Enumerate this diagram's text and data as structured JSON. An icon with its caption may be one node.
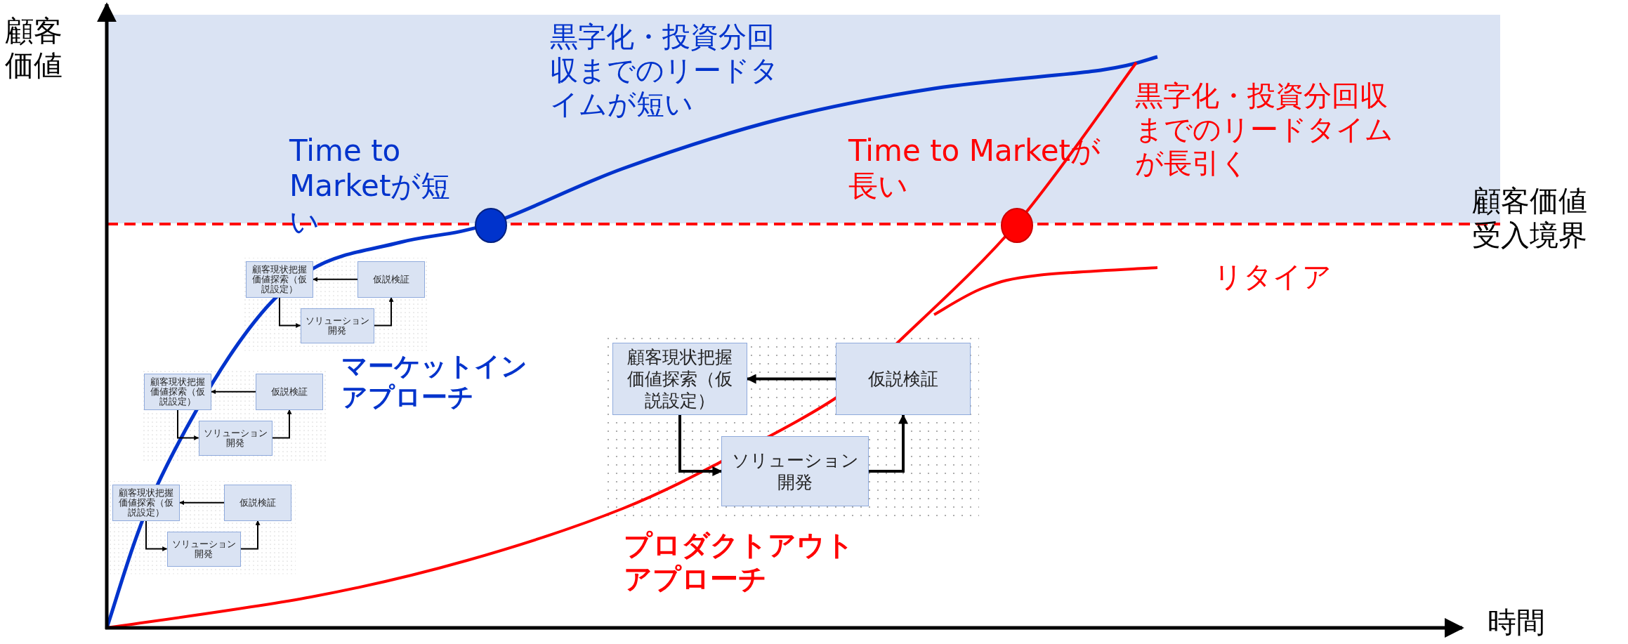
{
  "diagram": {
    "nodes": [
      {
        "text": [
          "顧客現状把握価値探索（仮説設定）"
        ]
      },
      {
        "text": [
          "仮説検証"
        ]
      },
      {
        "text": [
          "ソリューション開発"
        ]
      },
      {
        "text": [
          "顧客現状把握価値探索（仮説設定）"
        ]
      },
      {
        "text": [
          "仮説検証"
        ]
      },
      {
        "text": [
          "ソリューション開発"
        ]
      },
      {
        "text": [
          "顧客現状把握価値探索（仮説設定）"
        ]
      },
      {
        "text": [
          "仮説検証"
        ]
      },
      {
        "text": [
          "ソリューション開発"
        ]
      },
      {
        "text": [
          "顧客現状把握価値探索（仮説設定）"
        ]
      },
      {
        "text": [
          "仮説検証"
        ]
      },
      {
        "text": [
          "ソリューション開発"
        ]
      }
    ],
    "edges": [
      {
        "from": 1,
        "to": 0,
        "arrow": "to"
      },
      {
        "from": 0,
        "to": 2,
        "arrow": "to"
      },
      {
        "from": 2,
        "to": 1,
        "arrow": "to"
      },
      {
        "from": 4,
        "to": 3,
        "arrow": "to"
      },
      {
        "from": 3,
        "to": 5,
        "arrow": "to"
      },
      {
        "from": 5,
        "to": 4,
        "arrow": "to"
      },
      {
        "from": 7,
        "to": 6,
        "arrow": "to"
      },
      {
        "from": 6,
        "to": 8,
        "arrow": "to"
      },
      {
        "from": 8,
        "to": 7,
        "arrow": "to"
      },
      {
        "from": 10,
        "to": 9,
        "arrow": "to"
      },
      {
        "from": 9,
        "to": 11,
        "arrow": "to"
      },
      {
        "from": 11,
        "to": 10,
        "arrow": "to"
      }
    ],
    "labels": [
      "顧客価値",
      "黒字化・投資分回収までのリードタイムが短い",
      "黒字化・投資分回収までのリードタイムが長引く",
      "Time to Marketが短い",
      "Time to Marketが長い",
      "顧客価値受入境界",
      "リタイア",
      "マーケットインアプローチ",
      "プロダクトアウトアプローチ",
      "時間"
    ]
  }
}
